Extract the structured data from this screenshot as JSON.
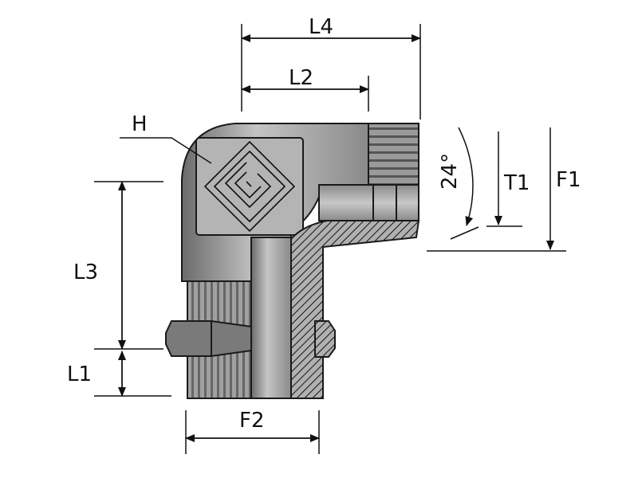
{
  "diagram": {
    "title": "90° elbow fitting dimension drawing",
    "labels": {
      "L4": "L4",
      "L2": "L2",
      "H": "H",
      "L3": "L3",
      "L1": "L1",
      "F2": "F2",
      "angle": "24°",
      "T1": "T1",
      "F1": "F1"
    },
    "colors": {
      "body": "#a9a9a9",
      "body_dark": "#6e6e6e",
      "line": "#111111"
    }
  }
}
